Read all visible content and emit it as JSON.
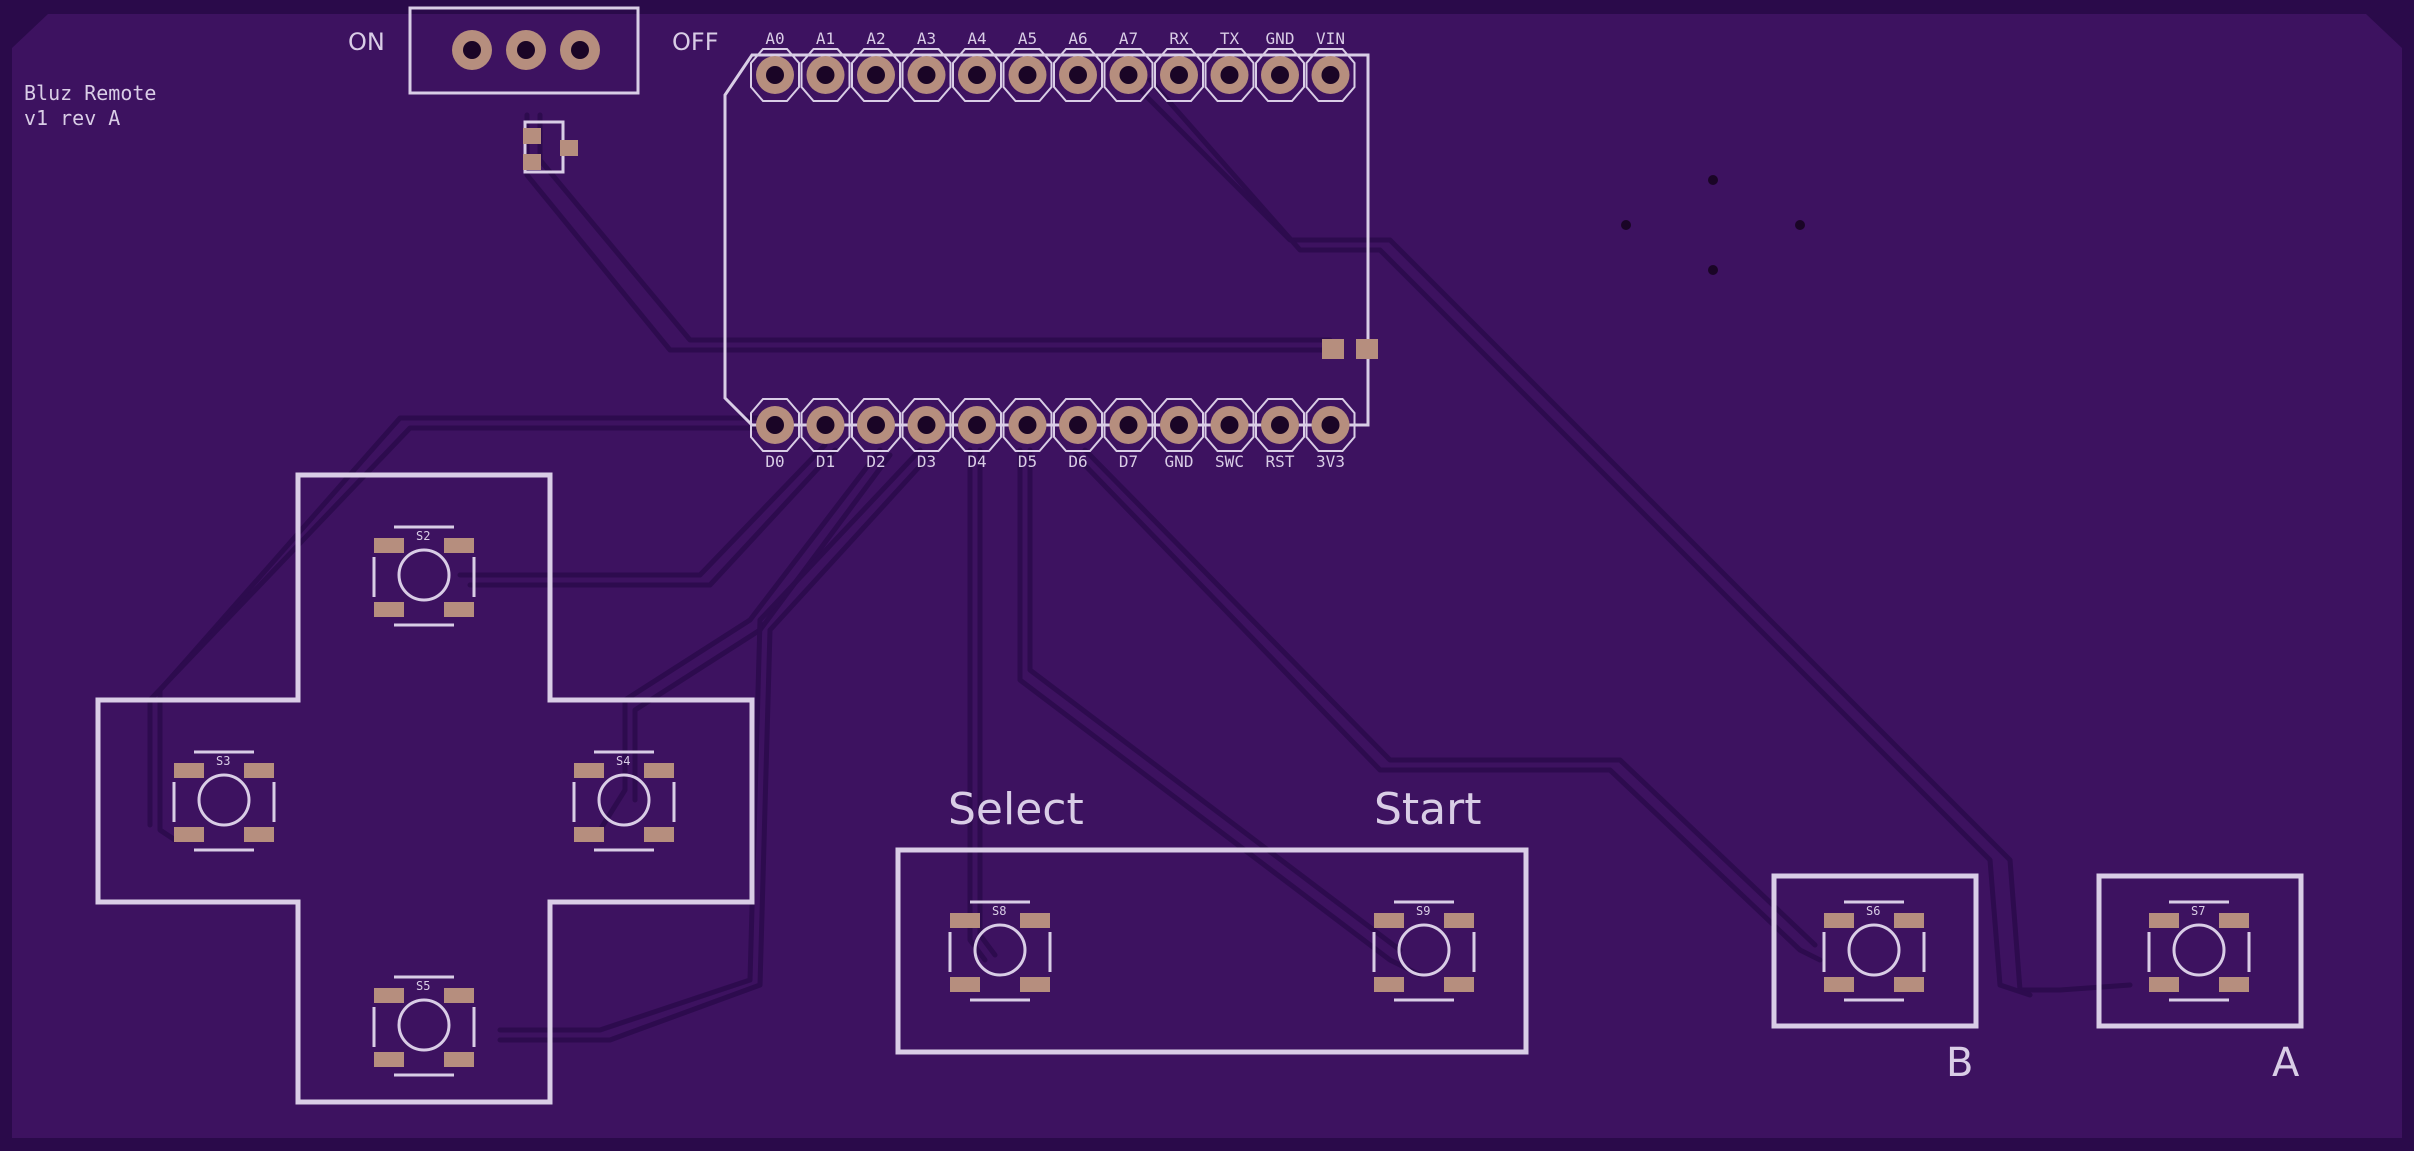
{
  "board": {
    "name_line1": "Bluz Remote",
    "name_line2": "v1 rev A",
    "colors": {
      "substrate": "#3d1260",
      "edge": "#2a0a4a",
      "silkscreen": "#d9cde6",
      "pad": "#b68e7e",
      "trace": "#2d0b4e"
    }
  },
  "power_switch": {
    "on_label": "ON",
    "off_label": "OFF"
  },
  "header": {
    "top_pins": [
      "A0",
      "A1",
      "A2",
      "A3",
      "A4",
      "A5",
      "A6",
      "A7",
      "RX",
      "TX",
      "GND",
      "VIN"
    ],
    "bottom_pins": [
      "D0",
      "D1",
      "D2",
      "D3",
      "D4",
      "D5",
      "D6",
      "D7",
      "GND",
      "SWC",
      "RST",
      "3V3"
    ]
  },
  "buttons": {
    "s2": "S2",
    "s3": "S3",
    "s4": "S4",
    "s5": "S5",
    "s6": "S6",
    "s7": "S7",
    "s8": "S8",
    "s9": "S9",
    "select_label": "Select",
    "start_label": "Start",
    "b_label": "B",
    "a_label": "A"
  }
}
